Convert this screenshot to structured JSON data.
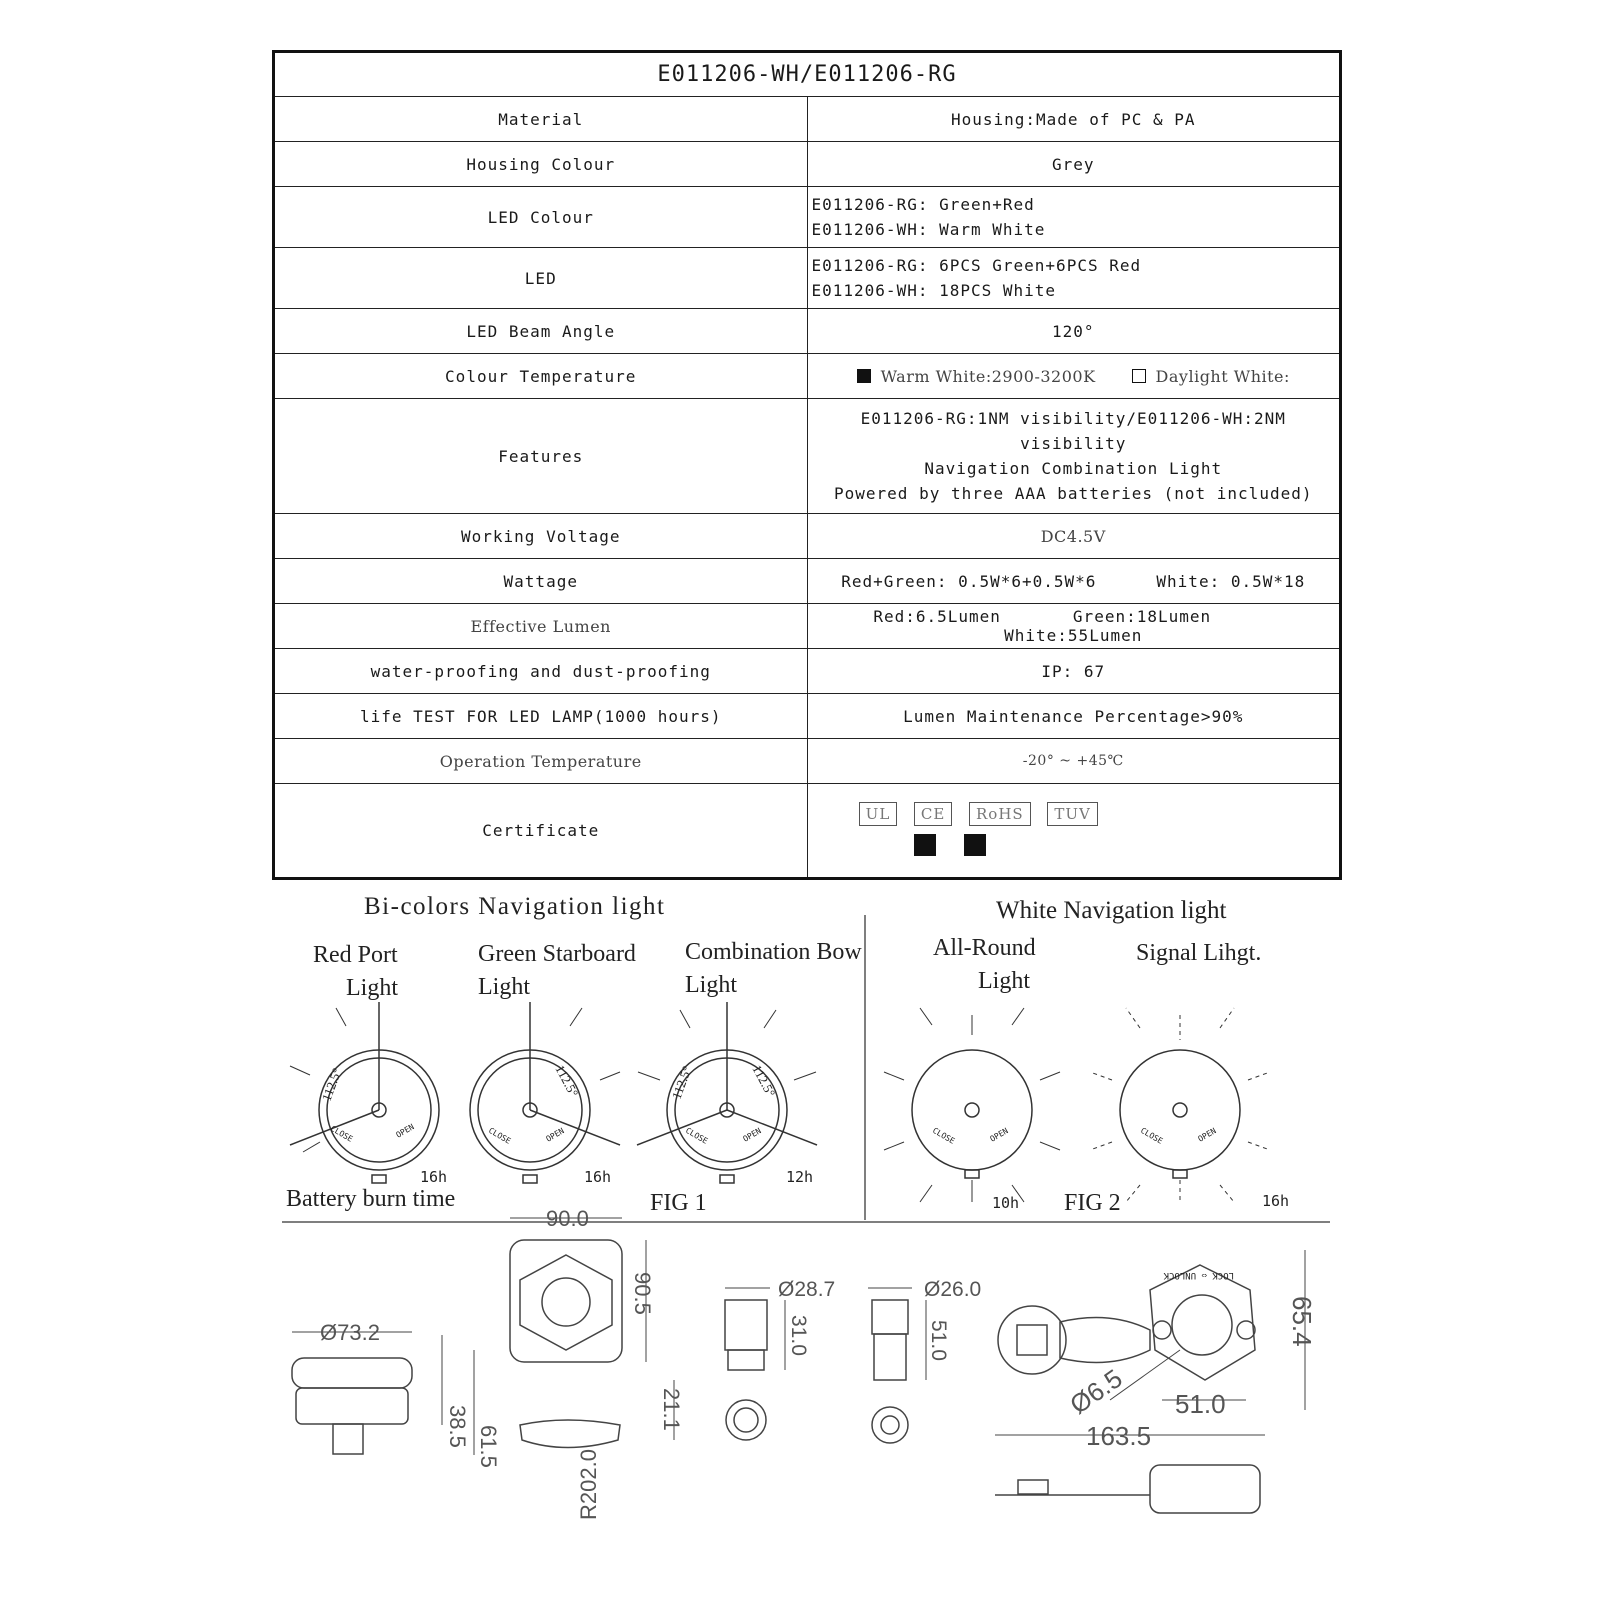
{
  "title": "E011206-WH/E011206-RG",
  "rows": {
    "material": {
      "label": "Material",
      "value": "Housing:Made of PC & PA"
    },
    "housing_colour": {
      "label": "Housing Colour",
      "value": "Grey"
    },
    "led_colour": {
      "label": "LED Colour",
      "lines": [
        "E011206-RG: Green+Red",
        "E011206-WH: Warm White"
      ]
    },
    "led": {
      "label": "LED",
      "lines": [
        "E011206-RG: 6PCS Green+6PCS Red",
        "E011206-WH: 18PCS White"
      ]
    },
    "beam_angle": {
      "label": "LED Beam Angle",
      "value": "120°"
    },
    "colour_temp": {
      "label": "Colour Temperature",
      "warm_white": "Warm White:2900-3200K",
      "warm_white_checked": true,
      "daylight_white": "Daylight White:",
      "daylight_white_checked": false
    },
    "features": {
      "label": "Features",
      "lines": [
        "E011206-RG:1NM visibility/E011206-WH:2NM visibility",
        "Navigation Combination Light",
        "Powered by three AAA batteries (not included)"
      ]
    },
    "working_voltage": {
      "label": "Working Voltage",
      "value": "DC4.5V"
    },
    "wattage": {
      "label": "Wattage",
      "red_green": "Red+Green: 0.5W*6+0.5W*6",
      "white": "White: 0.5W*18"
    },
    "effective_lumen": {
      "label": "Effective Lumen",
      "red": "Red:6.5Lumen",
      "green": "Green:18Lumen",
      "white": "White:55Lumen"
    },
    "waterproof": {
      "label": "water-proofing and dust-proofing",
      "value": "IP: 67"
    },
    "life_test": {
      "label": "life TEST FOR LED LAMP(1000 hours)",
      "value": "Lumen Maintenance Percentage>90%"
    },
    "operation_temp": {
      "label": "Operation Temperature",
      "value": "-20° ~ +45℃"
    },
    "certificate": {
      "label": "Certificate",
      "items": [
        "UL",
        "CE",
        "RoHS",
        "TUV"
      ],
      "checked": [
        "UL",
        "CE"
      ]
    }
  },
  "figures": {
    "bi_title": "Bi-colors Navigation light",
    "white_title": "White Navigation light",
    "red_port": [
      "Red Port",
      "Light"
    ],
    "green_starboard": [
      "Green Starboard",
      "Light"
    ],
    "combination_bow": [
      "Combination Bow",
      "Light"
    ],
    "all_round": [
      "All-Round",
      "Light"
    ],
    "signal": "Signal Lihgt.",
    "angle_label": "112.5°",
    "open_label": "OPEN",
    "close_label": "CLOSE",
    "burn": {
      "red": "16h",
      "green": "16h",
      "bow": "12h",
      "all_round": "10h",
      "signal": "16h"
    },
    "battery_burn_time": "Battery burn time",
    "fig1": "FIG 1",
    "fig2": "FIG 2"
  },
  "dimensions": {
    "d1": "Ø73.2",
    "d2": "38.5",
    "d3": "61.5",
    "d4": "90.0",
    "d5": "90.5",
    "d6": "21.1",
    "d7": "R202.0",
    "d8": "Ø28.7",
    "d9": "31.0",
    "d10": "Ø26.0",
    "d11": "51.0",
    "d12": "65.4",
    "d13": "Ø6.5",
    "d14": "51.0",
    "d15": "163.5",
    "lock_label": "LOCK ⇔ UNLOCK"
  }
}
